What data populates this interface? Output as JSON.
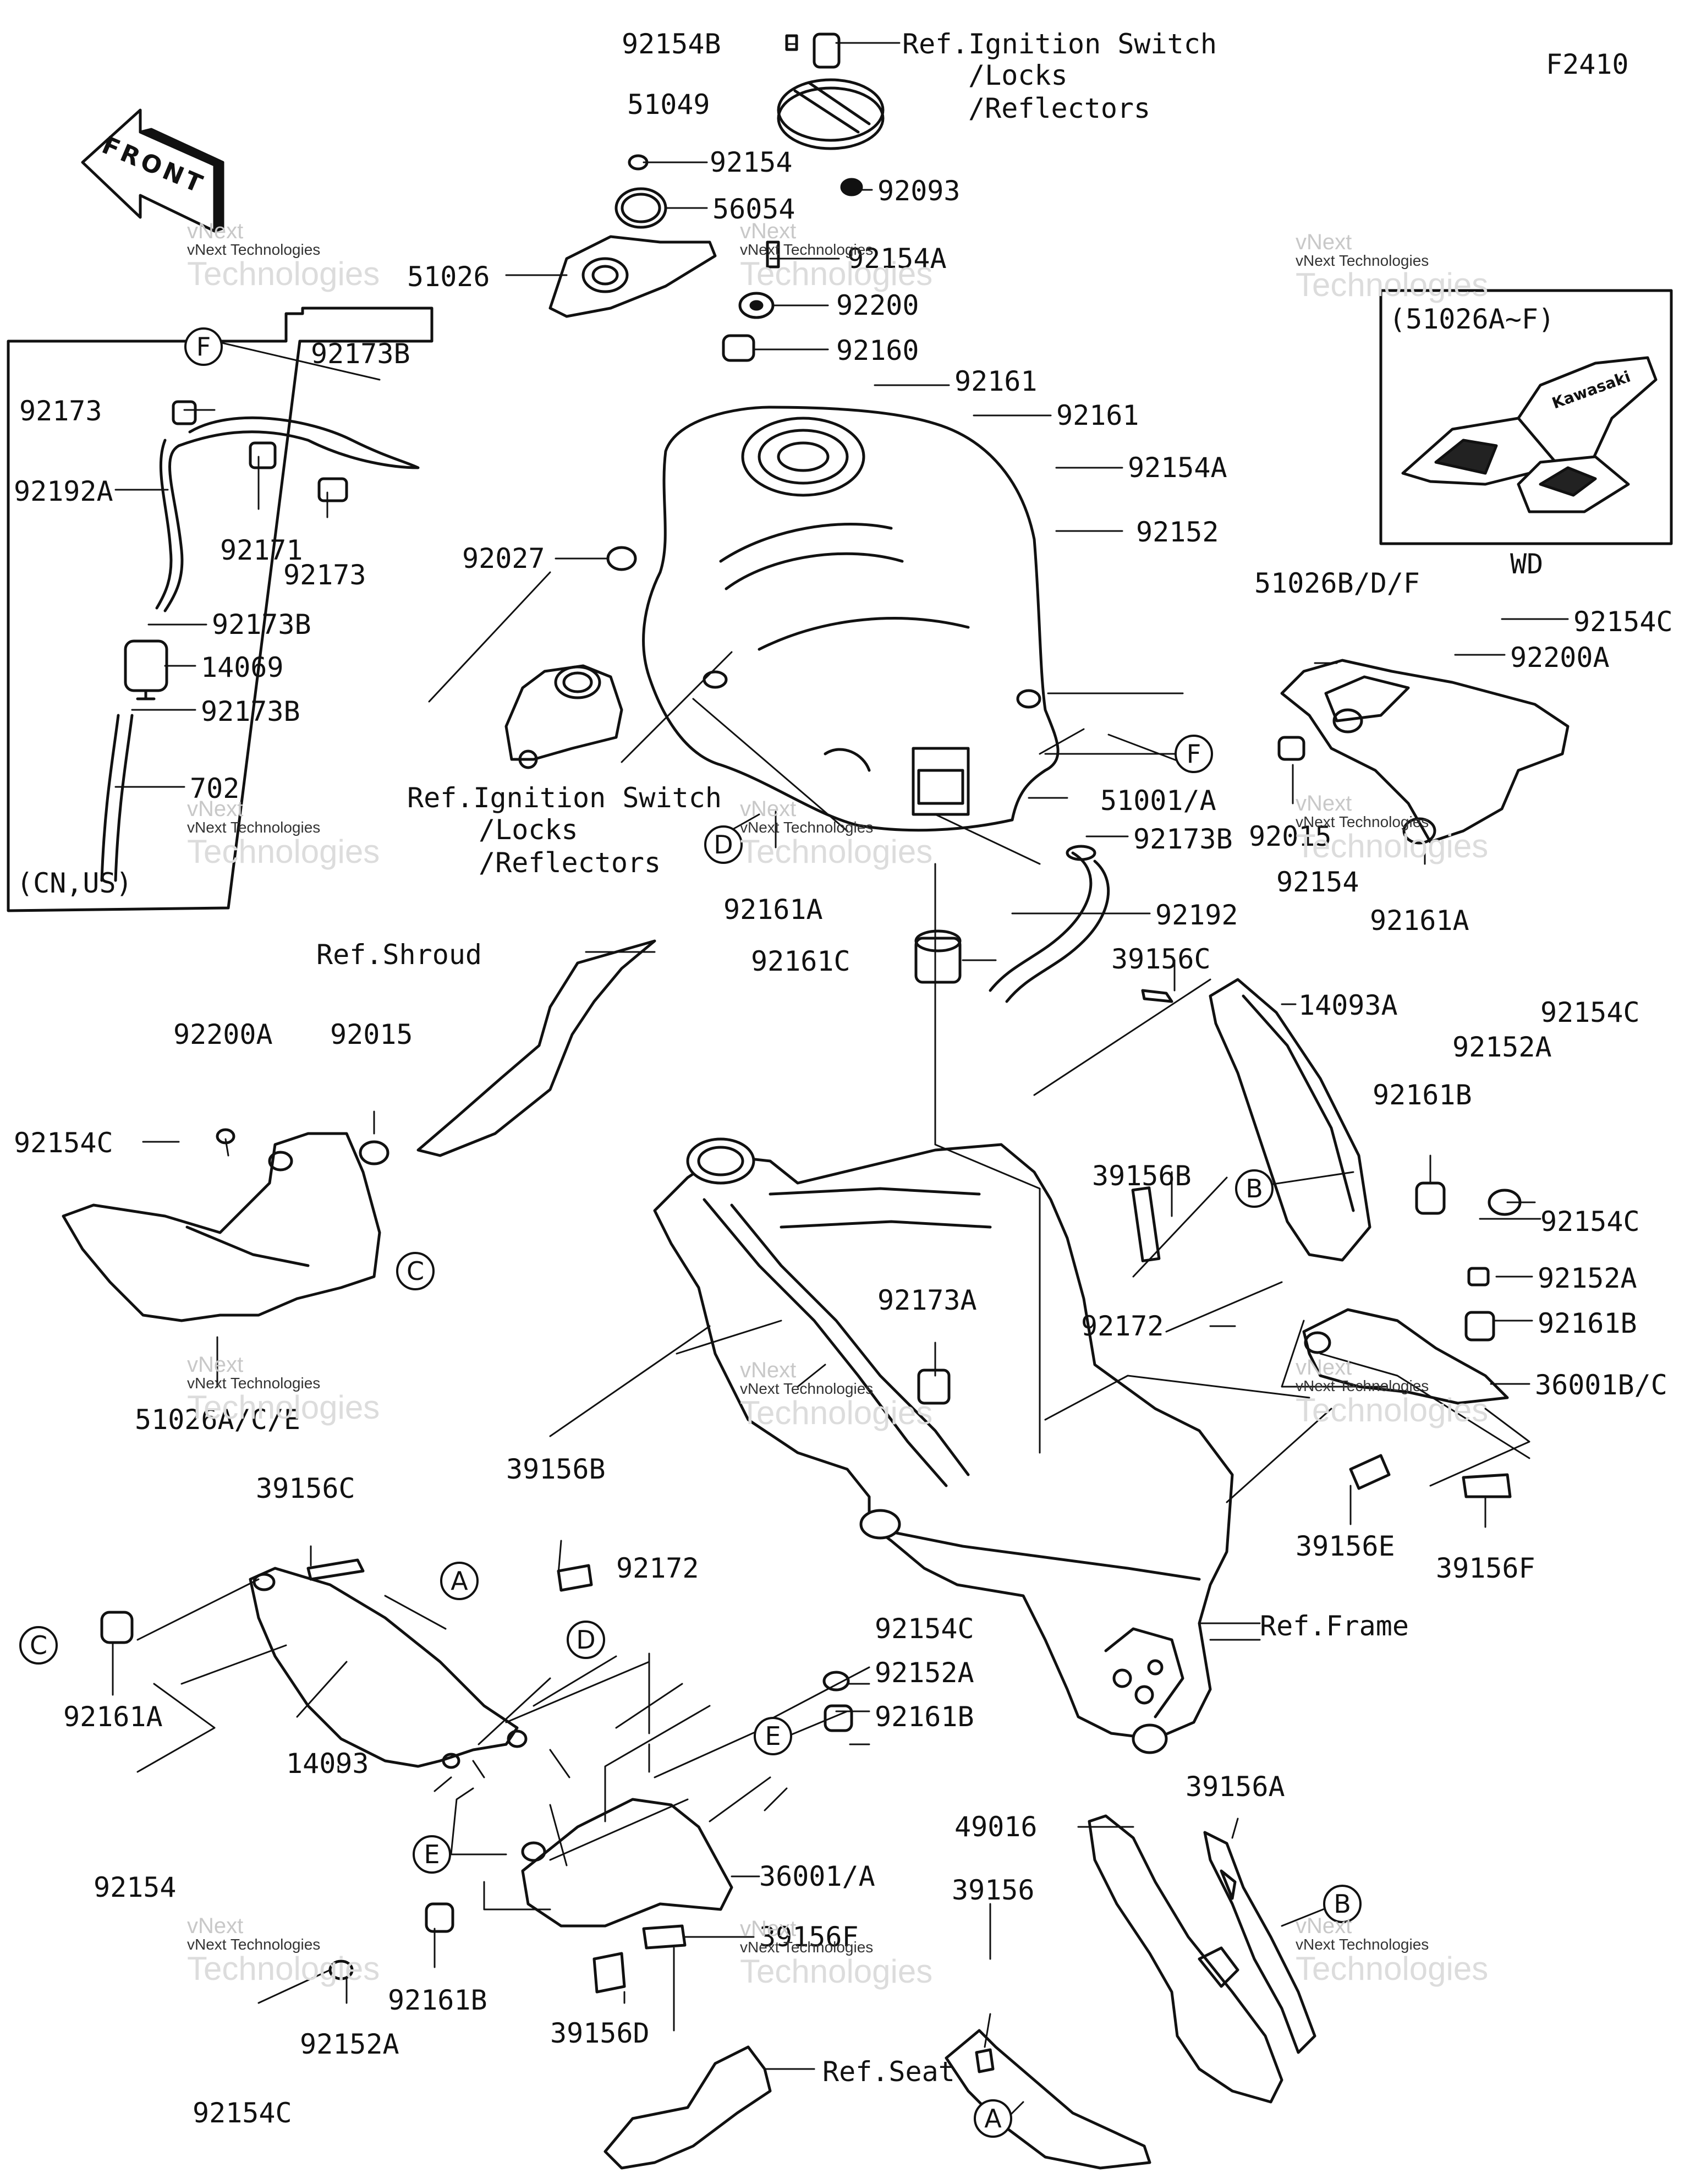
{
  "figure_code": "F2410",
  "front_arrow_text": "FRONT",
  "inset": {
    "title": "(51026A~F)",
    "caption": "WD",
    "brand_text": "Kawasaki"
  },
  "region_note": "(CN,US)",
  "refs": {
    "ignition_top": [
      "Ref.Ignition Switch",
      "/Locks",
      "/Reflectors"
    ],
    "ignition_mid": [
      "Ref.Ignition Switch",
      "/Locks",
      "/Reflectors"
    ],
    "shroud": "Ref.Shroud",
    "frame": "Ref.Frame",
    "seat": "Ref.Seat"
  },
  "watermark": {
    "line1": "vNext",
    "line2": "vNext Technologies",
    "line3": "Technologies"
  },
  "part_labels": [
    "92154B",
    "51049",
    "92154",
    "56054",
    "92093",
    "51026",
    "92154A",
    "92200",
    "92160",
    "92161",
    "92161",
    "92154A",
    "92152",
    "92173B",
    "92173",
    "92192A",
    "92171",
    "92173",
    "92027",
    "92173B",
    "14069",
    "92173B",
    "702",
    "51026B/D/F",
    "92154C",
    "92200A",
    "92015",
    "92154",
    "92161A",
    "51001/A",
    "92173B",
    "92161A",
    "92192",
    "92161C",
    "39156C",
    "14093A",
    "92154C",
    "92152A",
    "92161B",
    "92154C",
    "92152A",
    "92161B",
    "39156B",
    "92172",
    "36001B/C",
    "39156E",
    "39156F",
    "92200A",
    "92015",
    "92154C",
    "51026A/C/E",
    "92173A",
    "39156C",
    "39156B",
    "92172",
    "92161A",
    "14093",
    "92154",
    "92154C",
    "92152A",
    "92161B",
    "36001/A",
    "39156F",
    "39156D",
    "92161B",
    "92152A",
    "92154C",
    "49016",
    "39156A",
    "39156"
  ],
  "callouts": [
    "F",
    "D",
    "F",
    "B",
    "C",
    "A",
    "D",
    "C",
    "E",
    "E",
    "B",
    "A"
  ]
}
